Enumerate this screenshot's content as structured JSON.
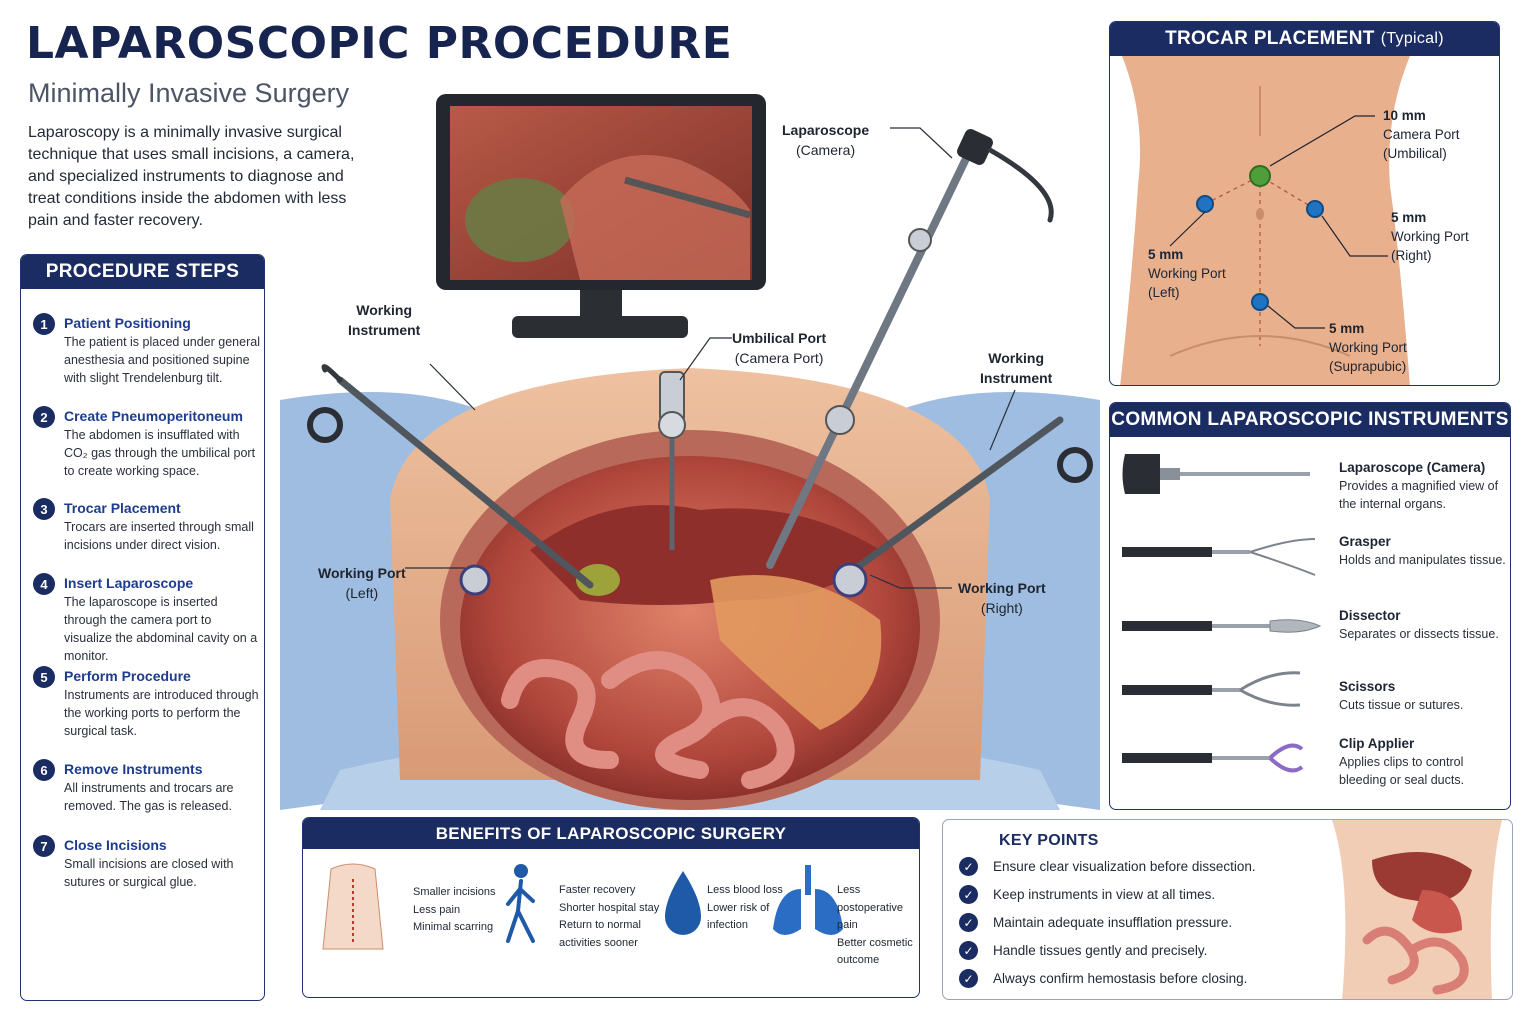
{
  "header": {
    "title": "LAPAROSCOPIC PROCEDURE",
    "subtitle": "Minimally Invasive Surgery",
    "intro": "Laparoscopy is a minimally invasive surgical technique that uses small incisions, a camera, and specialized instruments to diagnose and treat conditions inside the abdomen with less pain and faster recovery."
  },
  "steps": {
    "title": "PROCEDURE STEPS",
    "items": [
      {
        "num": "1",
        "title": "Patient Positioning",
        "desc": "The patient is placed under general anesthesia and positioned supine with slight Trendelenburg tilt."
      },
      {
        "num": "2",
        "title": "Create Pneumoperitoneum",
        "desc": "The abdomen is insufflated with CO₂ gas through the umbilical port to create working space."
      },
      {
        "num": "3",
        "title": "Trocar Placement",
        "desc": "Trocars are inserted through small incisions under direct vision."
      },
      {
        "num": "4",
        "title": "Insert Laparoscope",
        "desc": "The laparoscope is inserted through the camera port to visualize the abdominal cavity on a monitor."
      },
      {
        "num": "5",
        "title": "Perform Procedure",
        "desc": "Instruments are introduced through the working ports to perform the surgical task."
      },
      {
        "num": "6",
        "title": "Remove Instruments",
        "desc": "All instruments and trocars are removed. The gas is released."
      },
      {
        "num": "7",
        "title": "Close Incisions",
        "desc": "Small incisions are closed with sutures or surgical glue."
      }
    ]
  },
  "illustration": {
    "callouts": {
      "laparoscope": {
        "title": "Laparoscope",
        "sub": "(Camera)"
      },
      "working_instrument_left": {
        "title": "Working",
        "sub": "Instrument"
      },
      "umbilical_port": {
        "title": "Umbilical Port",
        "sub": "(Camera Port)"
      },
      "working_instrument_right": {
        "title": "Working",
        "sub": "Instrument"
      },
      "working_port_left": {
        "title": "Working Port",
        "sub": "(Left)"
      },
      "working_port_right": {
        "title": "Working Port",
        "sub": "(Right)"
      }
    }
  },
  "trocar": {
    "title": "TROCAR PLACEMENT",
    "title_note": "(Typical)",
    "ports": {
      "camera": {
        "size": "10 mm",
        "line1": "Camera Port",
        "line2": "(Umbilical)",
        "color": "#4f9e3a"
      },
      "left": {
        "size": "5 mm",
        "line1": "Working Port",
        "line2": "(Left)",
        "color": "#1f73c2"
      },
      "right": {
        "size": "5 mm",
        "line1": "Working Port",
        "line2": "(Right)",
        "color": "#1f73c2"
      },
      "suprapubic": {
        "size": "5 mm",
        "line1": "Working Port",
        "line2": "(Suprapubic)",
        "color": "#1f73c2"
      }
    }
  },
  "instruments": {
    "title": "COMMON LAPAROSCOPIC INSTRUMENTS",
    "items": [
      {
        "name": "Laparoscope (Camera)",
        "desc": "Provides a magnified view of the internal organs.",
        "icon": "laparoscope-icon"
      },
      {
        "name": "Grasper",
        "desc": "Holds and manipulates tissue.",
        "icon": "grasper-icon"
      },
      {
        "name": "Dissector",
        "desc": "Separates or dissects tissue.",
        "icon": "dissector-icon"
      },
      {
        "name": "Scissors",
        "desc": "Cuts tissue or sutures.",
        "icon": "scissors-icon"
      },
      {
        "name": "Clip Applier",
        "desc": "Applies clips to control bleeding or seal ducts.",
        "icon": "clip-applier-icon"
      }
    ]
  },
  "benefits": {
    "title": "BENEFITS OF LAPAROSCOPIC SURGERY",
    "groups": [
      {
        "icon": "torso-incision-icon",
        "lines": [
          "Smaller incisions",
          "Less pain",
          "Minimal scarring"
        ]
      },
      {
        "icon": "walking-person-icon",
        "lines": [
          "Faster recovery",
          "Shorter hospital stay",
          "Return to normal",
          "activities sooner"
        ]
      },
      {
        "icon": "blood-drop-icon",
        "lines": [
          "Less blood loss",
          "Lower risk of",
          "infection"
        ]
      },
      {
        "icon": "lungs-icon",
        "lines": [
          "Less postoperative",
          "pain",
          "Better cosmetic",
          "outcome"
        ]
      }
    ]
  },
  "key_points": {
    "title": "KEY POINTS",
    "items": [
      "Ensure clear visualization before dissection.",
      "Keep instruments in view at all times.",
      "Maintain adequate insufflation pressure.",
      "Handle tissues gently and precisely.",
      "Always confirm hemostasis before closing."
    ],
    "check_icon": "check-circle-icon"
  },
  "colors": {
    "navy": "#1b2c63",
    "accent_blue": "#1d3c8f",
    "drape": "#a9c4e2",
    "skin": "#e9b48f",
    "organ": "#c9574e"
  }
}
